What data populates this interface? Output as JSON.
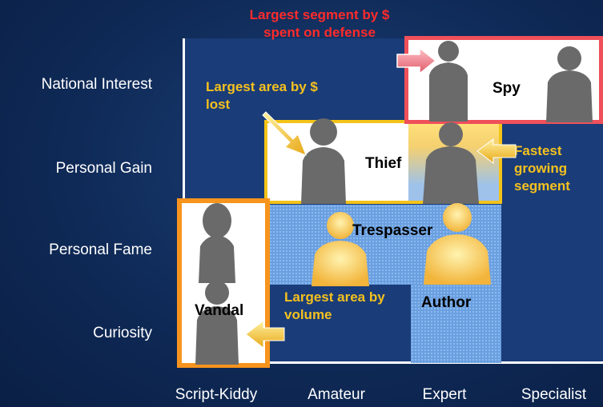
{
  "y_axis": [
    "National Interest",
    "Personal Gain",
    "Personal Fame",
    "Curiosity"
  ],
  "x_axis": [
    "Script-Kiddy",
    "Amateur",
    "Expert",
    "Specialist"
  ],
  "segments": {
    "spy": "Spy",
    "thief": "Thief",
    "trespasser": "Trespasser",
    "author": "Author",
    "vandal": "Vandal"
  },
  "callouts": {
    "defense": "Largest segment by $ spent on defense",
    "lost": "Largest area by $ lost",
    "growing": "Fastest growing segment",
    "volume": "Largest area by volume"
  },
  "colors": {
    "background": "#0f2a57",
    "panel": "#1a3c78",
    "spy_border": "#f0505a",
    "thief_border": "#f3c318",
    "vandal_border": "#f7941d",
    "callout_yellow": "#f5c11e",
    "callout_red": "#ff2b2b"
  },
  "icons": [
    "person-silhouette-icon",
    "arrow-right-icon",
    "arrow-left-icon",
    "arrow-diagonal-icon"
  ]
}
